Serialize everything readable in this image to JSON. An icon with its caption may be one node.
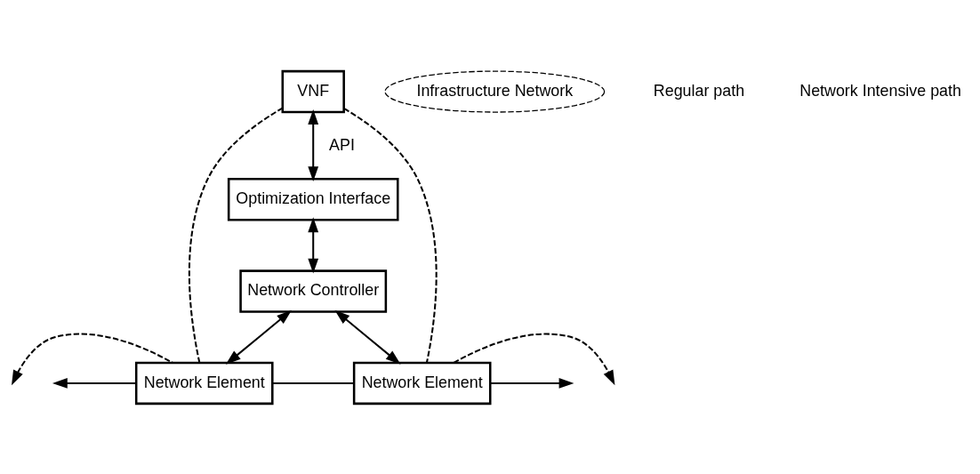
{
  "diagram": {
    "nodes": [
      {
        "text": [
          "VNF"
        ]
      },
      {
        "text": [
          "Optimization Interface"
        ]
      },
      {
        "text": [
          "Network Controller"
        ]
      },
      {
        "text": [
          "Infrastructure Network"
        ]
      },
      {
        "text": [
          "Network Element"
        ]
      },
      {
        "text": [
          "Network Element"
        ]
      }
    ],
    "edges": [
      {
        "from": 0,
        "to": 1,
        "arrow": "both",
        "label": "API"
      },
      {
        "from": 1,
        "to": 2,
        "arrow": "both"
      },
      {
        "from": 2,
        "to": 4,
        "arrow": "both"
      },
      {
        "from": 2,
        "to": 5,
        "arrow": "both"
      },
      {
        "from": 4,
        "to": null,
        "arrow": "to",
        "style": "dashed"
      },
      {
        "from": 4,
        "to": 0,
        "arrow": "none",
        "style": "dashed"
      },
      {
        "from": 0,
        "to": 5,
        "arrow": "none",
        "style": "dashed"
      },
      {
        "from": 5,
        "to": null,
        "arrow": "to",
        "style": "dashed"
      },
      {
        "from": 4,
        "to": null,
        "arrow": "to"
      },
      {
        "from": 4,
        "to": 5,
        "arrow": "none"
      },
      {
        "from": 5,
        "to": null,
        "arrow": "to"
      }
    ],
    "labels": [
      "Regular path",
      "Network Intensive path"
    ]
  }
}
